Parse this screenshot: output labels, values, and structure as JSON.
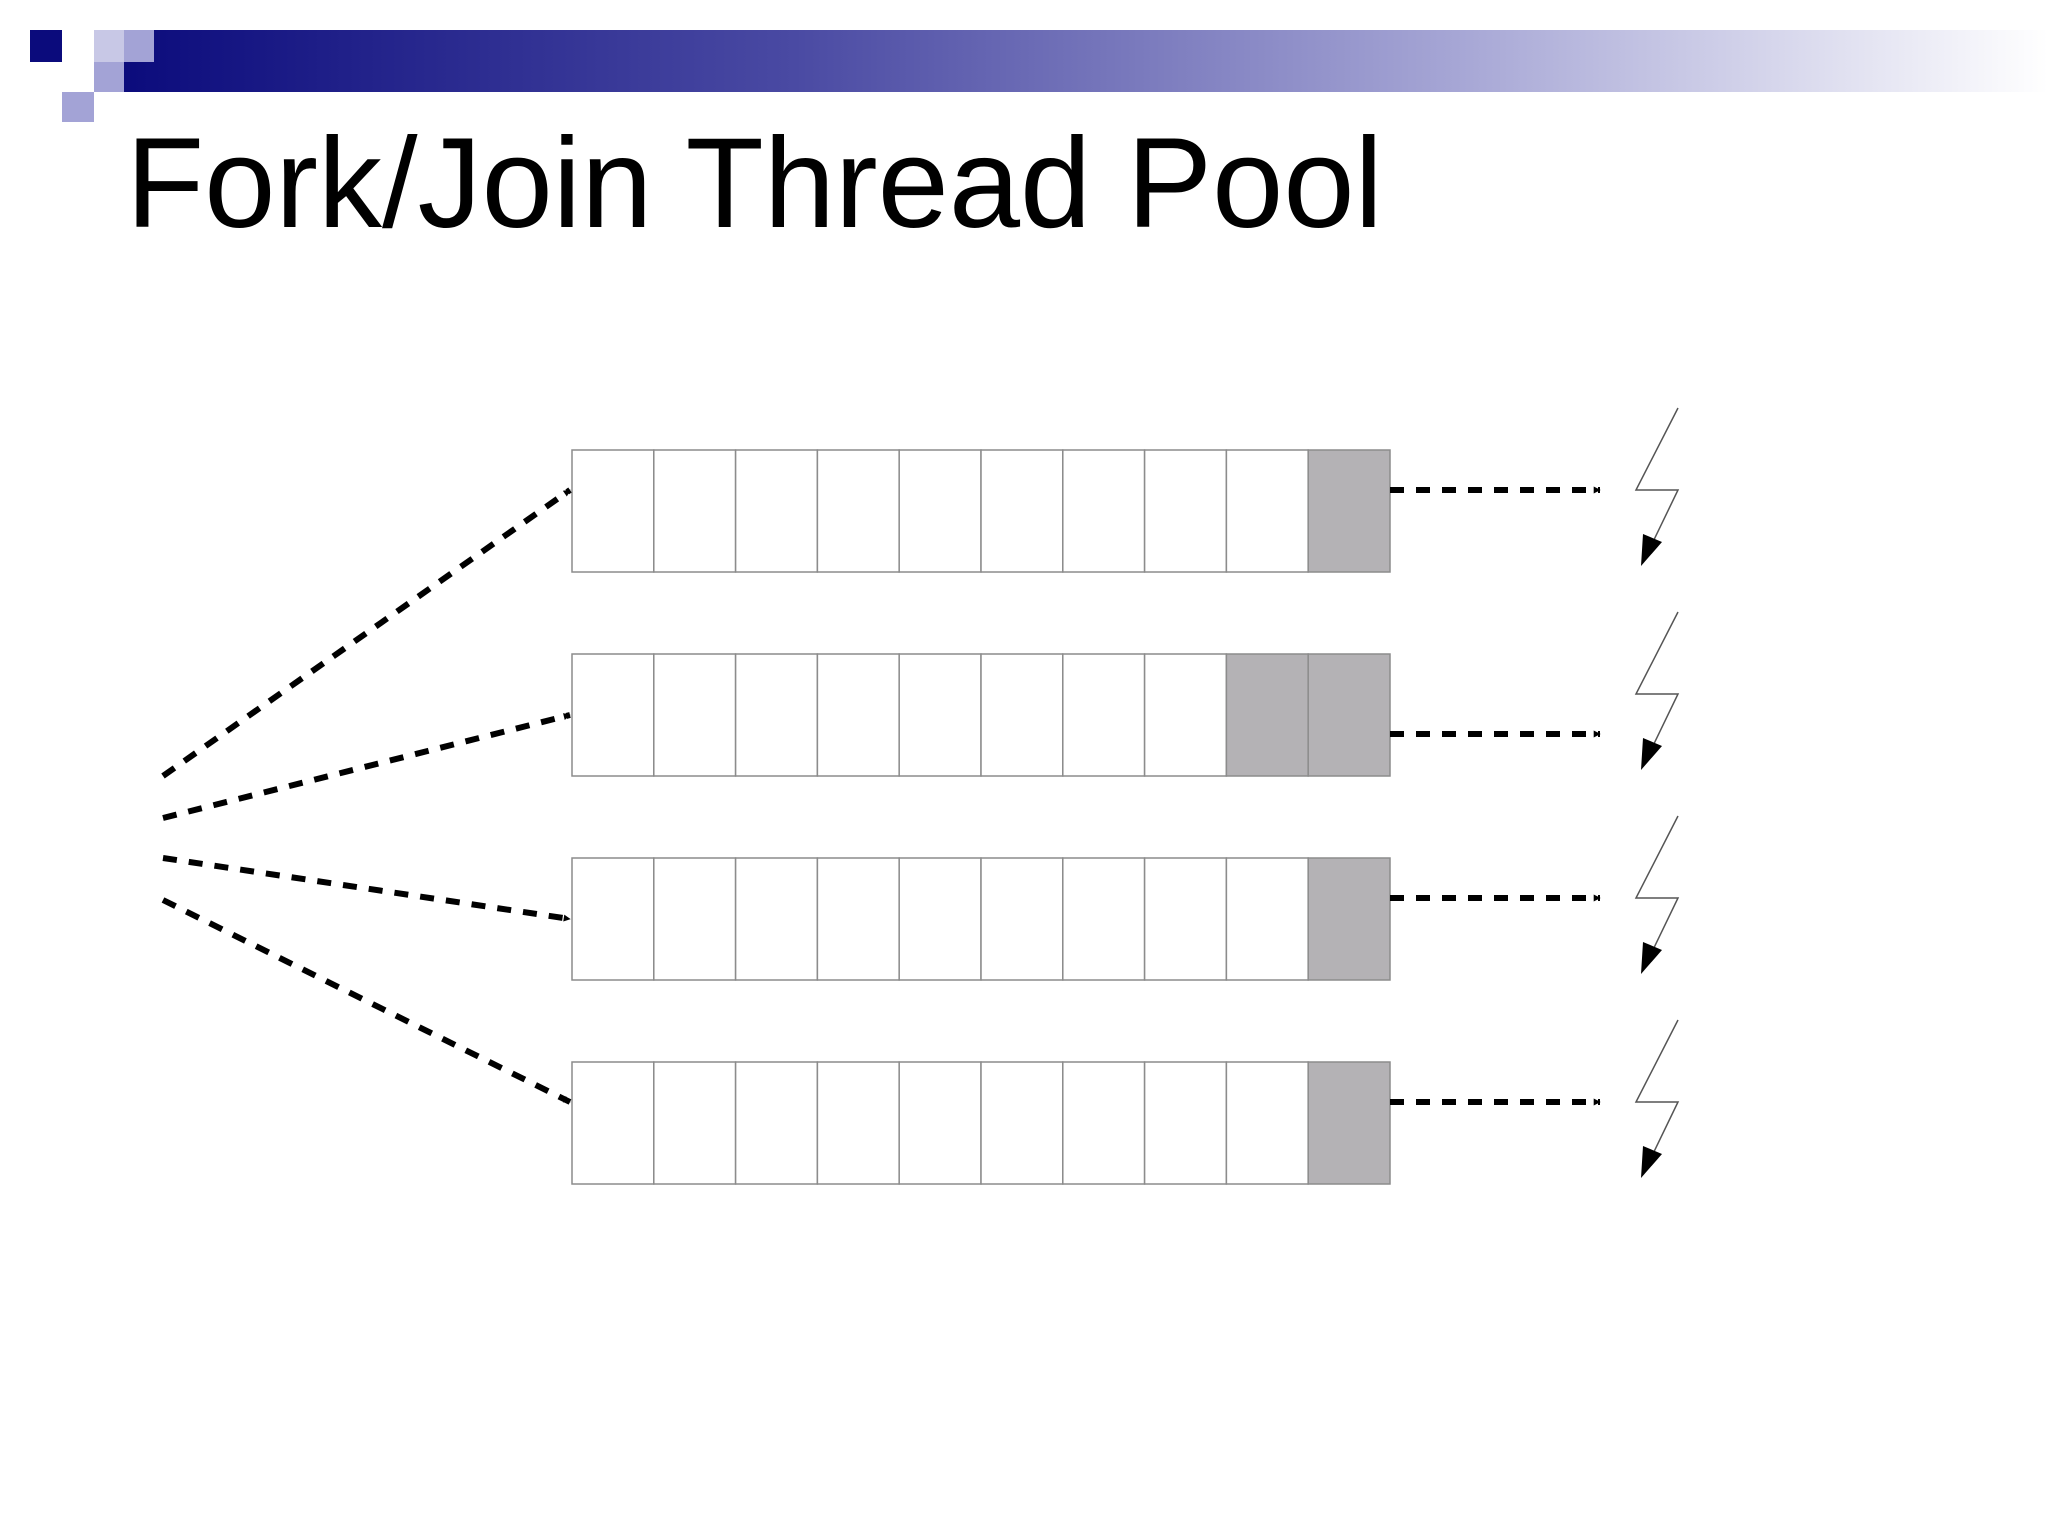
{
  "slide": {
    "title": "Fork/Join Thread Pool"
  },
  "colors": {
    "accent_dark": "#0a0a7a",
    "accent_light": "#a3a3d6",
    "queue_border": "#8c8c8c",
    "task_fill": "#b4b2b5",
    "arrow": "#000000",
    "worker_bolt": "#000000"
  },
  "diagram": {
    "type": "work-stealing-thread-pool",
    "queue_count": 4,
    "slots_per_queue": 10,
    "queues": [
      {
        "filled_slots": 1
      },
      {
        "filled_slots": 2
      },
      {
        "filled_slots": 1
      },
      {
        "filled_slots": 1
      }
    ],
    "icons": {
      "submit_arrow": "dashed-arrow-icon",
      "worker": "lightning-bolt-icon"
    }
  }
}
